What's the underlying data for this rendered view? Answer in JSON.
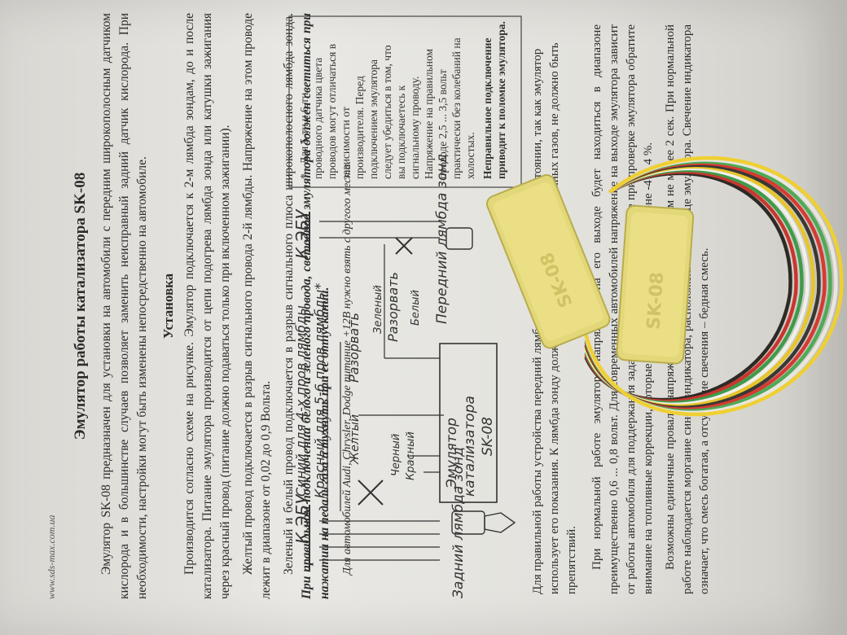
{
  "sheet": {
    "url": "www.sds-max.com.ua",
    "title": "Эмулятор работы катализатора SK-08",
    "intro": "Эмулятор SK-08 предназначен для установки на автомобили с передним широкополосным датчиком кислорода и в большинстве случаев позволяет заменить неисправный задний датчик кислорода. При необходимости, настройки могут быть изменены непосредственно на автомобиле.",
    "install_heading": "Установка",
    "install_p1": "Производится согласно схеме на рисунке. Эмулятор подключается к 2-м лямбда зондам, до и после катализатора. Питание эмулятора производится от цепи подогрева лямбда зонда или катушки зажигания через красный провод (питание должно подаваться только при включенном зажигании).",
    "install_p2": "Желтый провод подключается в разрыв сигнального провода 2-й лямбды. Напряжение на этом проводе лежит в диапазоне от 0,02 до 0,9 Вольта.",
    "install_p3": "Зеленый и белый провод подключается в разрыв сигнального плюса широкополосного лямбда зонда.",
    "install_p3_emph": "При правильном подключении белого и зеленого провода, светодиод эмулятора должен светиться при нажатии на педаль газа и тухнуть при ее отпускании.",
    "install_note": "Для автомобилей Audi, Chrysler, Dodge питание +12В нужно взять с другого места.",
    "diagram": {
      "ecu_left": "К ЭБУ",
      "ecu_right": "К ЭБУ",
      "blue_label": "Синий для 4-х пров лямбды",
      "red_label": "Красный для 5-6 пров лямбды*",
      "yellow_label": "Желтый",
      "cut_left": "Разорвать",
      "block_line1": "Эмулятор",
      "block_line2": "катализатора",
      "block_line3": "SK-08",
      "black_label": "Черный",
      "red2_label": "Красный",
      "green_label": "Зеленый",
      "white_label": "Белый",
      "cut_right": "Разорвать",
      "rear_sensor": "Задний лямбда зонд",
      "front_sensor": "Передний лямбда зонд",
      "box_lines": [
        "* - Для 5-ти и 6-ти",
        "проводного датчика цвета",
        "проводов могут отличаться в",
        "зависимости от",
        "производителя. Перед",
        "подключением эмулятора",
        "следует убедиться в том, что",
        "вы подключаетесь к",
        "сигнальному проводу.",
        "Напряжение на правильном",
        "проводе 2,5 ... 3,5 вольт",
        "практически без колебаний на",
        "холостых."
      ],
      "box_bold": "Неправильное подключение приводит к поломке эмулятора."
    },
    "bottom_bold": "Для правильной работы устройства передний лямбда зонд был в исправном состоянии, так как эмулятор использует его показания. К лямбда зонду должен быть прямой доступ выхлопных газов, не должно быть препятствий.",
    "bottom_p1": "При нормальной работе эмулятора напряжение на его выходе будет находиться в диапазоне преимущественно 0,6 ... 0,8 вольт. Для современных автомобилей напряжение на выходе эмулятора зависит от работы автомобиля для поддержания заданной смеси. По этой причине при проверке эмулятора обратите внимание на топливные коррекции, которые должны находиться в диапазоне -4 ... 4 %.",
    "bottom_p2": "Возможны единичные провалы напряжения до 0,15 вольт, с периодом не менее 2 сек. При нормальной работе наблюдается моргание синего индикатора, расположенного на торце эмулятора. Свечение индикатора означает, что смесь богатая, а отсутствие свечения – бедная смесь."
  },
  "device": {
    "label": "SK-08",
    "body_color": "#e3d879",
    "wire_colors": [
      "#2d2a26",
      "#c8362f",
      "#3f9b4a",
      "#f0efe9",
      "#e6c52a",
      "#3a3734",
      "#d63a33",
      "#4faa56",
      "#e8e6de",
      "#efcf32"
    ]
  }
}
